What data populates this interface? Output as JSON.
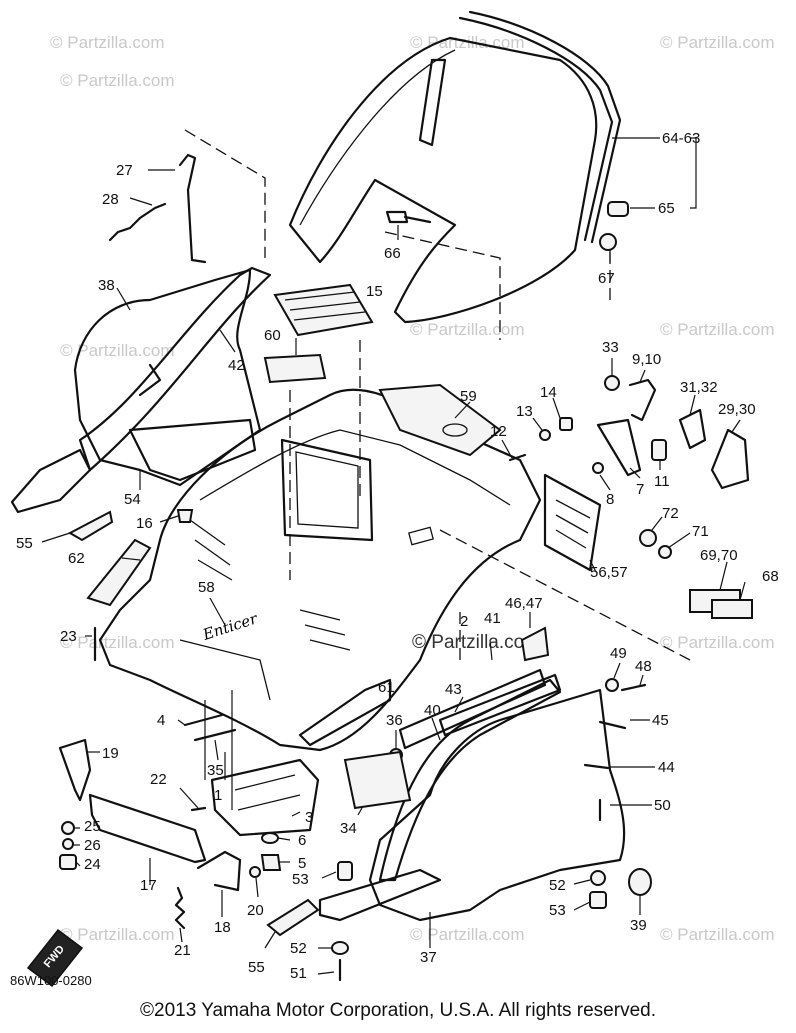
{
  "diagram": {
    "drawing_code": "86W100-0280",
    "copyright": "©2013  Yamaha Motor Corporation, U.S.A. All rights reserved.",
    "watermark": "© Partzilla.com",
    "fwd_label": "FWD",
    "decal_text": "Enticer",
    "callouts": [
      {
        "id": "c27",
        "text": "27"
      },
      {
        "id": "c28",
        "text": "28"
      },
      {
        "id": "c38",
        "text": "38"
      },
      {
        "id": "c42",
        "text": "42"
      },
      {
        "id": "c15",
        "text": "15"
      },
      {
        "id": "c60",
        "text": "60"
      },
      {
        "id": "c66",
        "text": "66"
      },
      {
        "id": "c67",
        "text": "67"
      },
      {
        "id": "c64_63",
        "text": "64-63"
      },
      {
        "id": "c65",
        "text": "65"
      },
      {
        "id": "c33",
        "text": "33"
      },
      {
        "id": "c9_10",
        "text": "9,10"
      },
      {
        "id": "c31_32",
        "text": "31,32"
      },
      {
        "id": "c29_30",
        "text": "29,30"
      },
      {
        "id": "c14",
        "text": "14"
      },
      {
        "id": "c13",
        "text": "13"
      },
      {
        "id": "c12",
        "text": "12"
      },
      {
        "id": "c59",
        "text": "59"
      },
      {
        "id": "c11",
        "text": "11"
      },
      {
        "id": "c8",
        "text": "8"
      },
      {
        "id": "c7",
        "text": "7"
      },
      {
        "id": "c54",
        "text": "54"
      },
      {
        "id": "c55a",
        "text": "55"
      },
      {
        "id": "c16",
        "text": "16"
      },
      {
        "id": "c62",
        "text": "62"
      },
      {
        "id": "c72",
        "text": "72"
      },
      {
        "id": "c71",
        "text": "71"
      },
      {
        "id": "c56_57",
        "text": "56,57"
      },
      {
        "id": "c69_70",
        "text": "69,70"
      },
      {
        "id": "c68",
        "text": "68"
      },
      {
        "id": "c58",
        "text": "58"
      },
      {
        "id": "c23",
        "text": "23"
      },
      {
        "id": "c2",
        "text": "2"
      },
      {
        "id": "c41",
        "text": "41"
      },
      {
        "id": "c46_47",
        "text": "46,47"
      },
      {
        "id": "c49",
        "text": "49"
      },
      {
        "id": "c48",
        "text": "48"
      },
      {
        "id": "c61",
        "text": "61"
      },
      {
        "id": "c43",
        "text": "43"
      },
      {
        "id": "c45",
        "text": "45"
      },
      {
        "id": "c4",
        "text": "4"
      },
      {
        "id": "c36",
        "text": "36"
      },
      {
        "id": "c40",
        "text": "40"
      },
      {
        "id": "c19",
        "text": "19"
      },
      {
        "id": "c35",
        "text": "35"
      },
      {
        "id": "c44",
        "text": "44"
      },
      {
        "id": "c22",
        "text": "22"
      },
      {
        "id": "c1",
        "text": "1"
      },
      {
        "id": "c3",
        "text": "3"
      },
      {
        "id": "c34",
        "text": "34"
      },
      {
        "id": "c50",
        "text": "50"
      },
      {
        "id": "c25",
        "text": "25"
      },
      {
        "id": "c26",
        "text": "26"
      },
      {
        "id": "c24",
        "text": "24"
      },
      {
        "id": "c6",
        "text": "6"
      },
      {
        "id": "c5",
        "text": "5"
      },
      {
        "id": "c17",
        "text": "17"
      },
      {
        "id": "c53a",
        "text": "53"
      },
      {
        "id": "c52a",
        "text": "52"
      },
      {
        "id": "c39",
        "text": "39"
      },
      {
        "id": "c53b",
        "text": "53"
      },
      {
        "id": "c20",
        "text": "20"
      },
      {
        "id": "c18",
        "text": "18"
      },
      {
        "id": "c21",
        "text": "21"
      },
      {
        "id": "c37",
        "text": "37"
      },
      {
        "id": "c55b",
        "text": "55"
      },
      {
        "id": "c52b",
        "text": "52"
      },
      {
        "id": "c51",
        "text": "51"
      }
    ]
  }
}
